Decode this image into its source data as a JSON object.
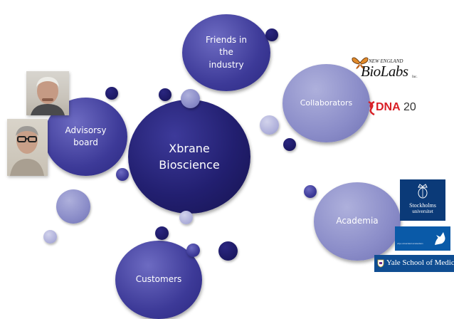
{
  "nodes": {
    "center": {
      "label": "Xbrane\nBioscience"
    },
    "friends": {
      "label": "Friends in\nthe\nindustry"
    },
    "collaborators": {
      "label": "Collaborators"
    },
    "advisory": {
      "label": "Advisorsy\nboard"
    },
    "academia": {
      "label": "Academia"
    },
    "customers": {
      "label": "Customers"
    }
  },
  "logos": {
    "neb_top": "NEW ENGLAND",
    "neb_main": "BioLabs",
    "neb_inc": "Inc.",
    "dna_text": "DNA",
    "dna_num": "20",
    "stockholms_1": "Stockholms",
    "stockholms_2": "universitet",
    "yale": "Yale School of Medicine",
    "amsterdam": "vrije universiteit amsterdam"
  },
  "colors": {
    "dark_navy": "#221f70",
    "medium_blue": "#3d3a98",
    "lavender": "#8a8cc8",
    "pale_lavender": "#aeafda",
    "dna_red": "#d91f26"
  }
}
